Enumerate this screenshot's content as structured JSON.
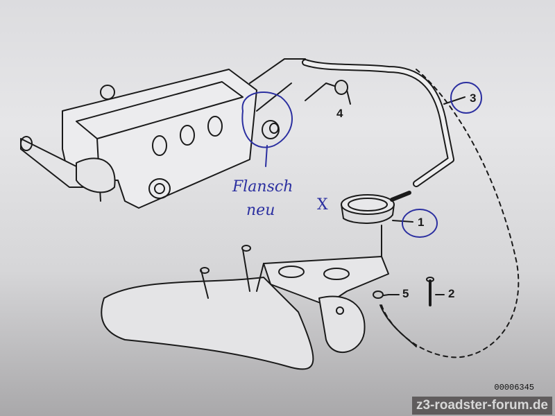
{
  "diagram": {
    "callouts": [
      {
        "id": "1",
        "label": "1"
      },
      {
        "id": "2",
        "label": "2"
      },
      {
        "id": "3",
        "label": "3"
      },
      {
        "id": "4",
        "label": "4"
      },
      {
        "id": "5",
        "label": "5"
      }
    ],
    "part_number": "00006345",
    "handwriting": {
      "line1": "Flansch",
      "line2": "neu",
      "mark": "X"
    },
    "colors": {
      "ink": "#1a1a1a",
      "pen": "#2b2fa0"
    }
  },
  "watermark": "z3-roadster-forum.de"
}
